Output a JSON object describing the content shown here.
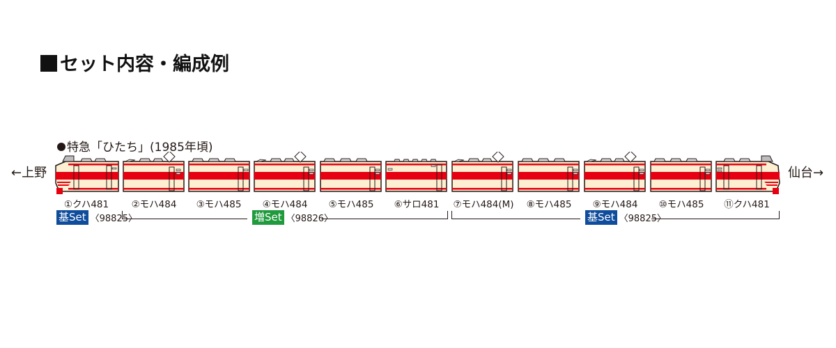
{
  "title": "セット内容・編成例",
  "formation": {
    "name": "特急「ひたち」(1985年頃)",
    "direction_left": "←上野",
    "direction_right": "仙台→",
    "colors": {
      "body": "#fcefd2",
      "stripe": "#e60012",
      "outline": "#231815",
      "roof_equipment": "#d9d9d9",
      "base_set": "#0f4c9c",
      "add_set": "#1f9a3c"
    },
    "cars": [
      {
        "no": "①",
        "model": "クハ481",
        "label": "①クハ481",
        "type": "cab-left"
      },
      {
        "no": "②",
        "model": "モハ484",
        "label": "②モハ484",
        "type": "pantograph"
      },
      {
        "no": "③",
        "model": "モハ485",
        "label": "③モハ485",
        "type": "standard"
      },
      {
        "no": "④",
        "model": "モハ484",
        "label": "④モハ484",
        "type": "pantograph"
      },
      {
        "no": "⑤",
        "model": "モハ485",
        "label": "⑤モハ485",
        "type": "standard"
      },
      {
        "no": "⑥",
        "model": "サロ481",
        "label": "⑥サロ481",
        "type": "green-car"
      },
      {
        "no": "⑦",
        "model": "モハ484(M)",
        "label": "⑦モハ484(M)",
        "type": "pantograph"
      },
      {
        "no": "⑧",
        "model": "モハ485",
        "label": "⑧モハ485",
        "type": "standard"
      },
      {
        "no": "⑨",
        "model": "モハ484",
        "label": "⑨モハ484",
        "type": "pantograph"
      },
      {
        "no": "⑩",
        "model": "モハ485",
        "label": "⑩モハ485",
        "type": "standard"
      },
      {
        "no": "⑪",
        "model": "クハ481",
        "label": "⑪クハ481",
        "type": "cab-right"
      }
    ],
    "sets": [
      {
        "tag": "基Set",
        "code": "〈98825〉",
        "kind": "base"
      },
      {
        "tag": "増Set",
        "code": "〈98826〉",
        "kind": "add"
      },
      {
        "tag": "基Set",
        "code": "〈98825〉",
        "kind": "base"
      }
    ]
  }
}
